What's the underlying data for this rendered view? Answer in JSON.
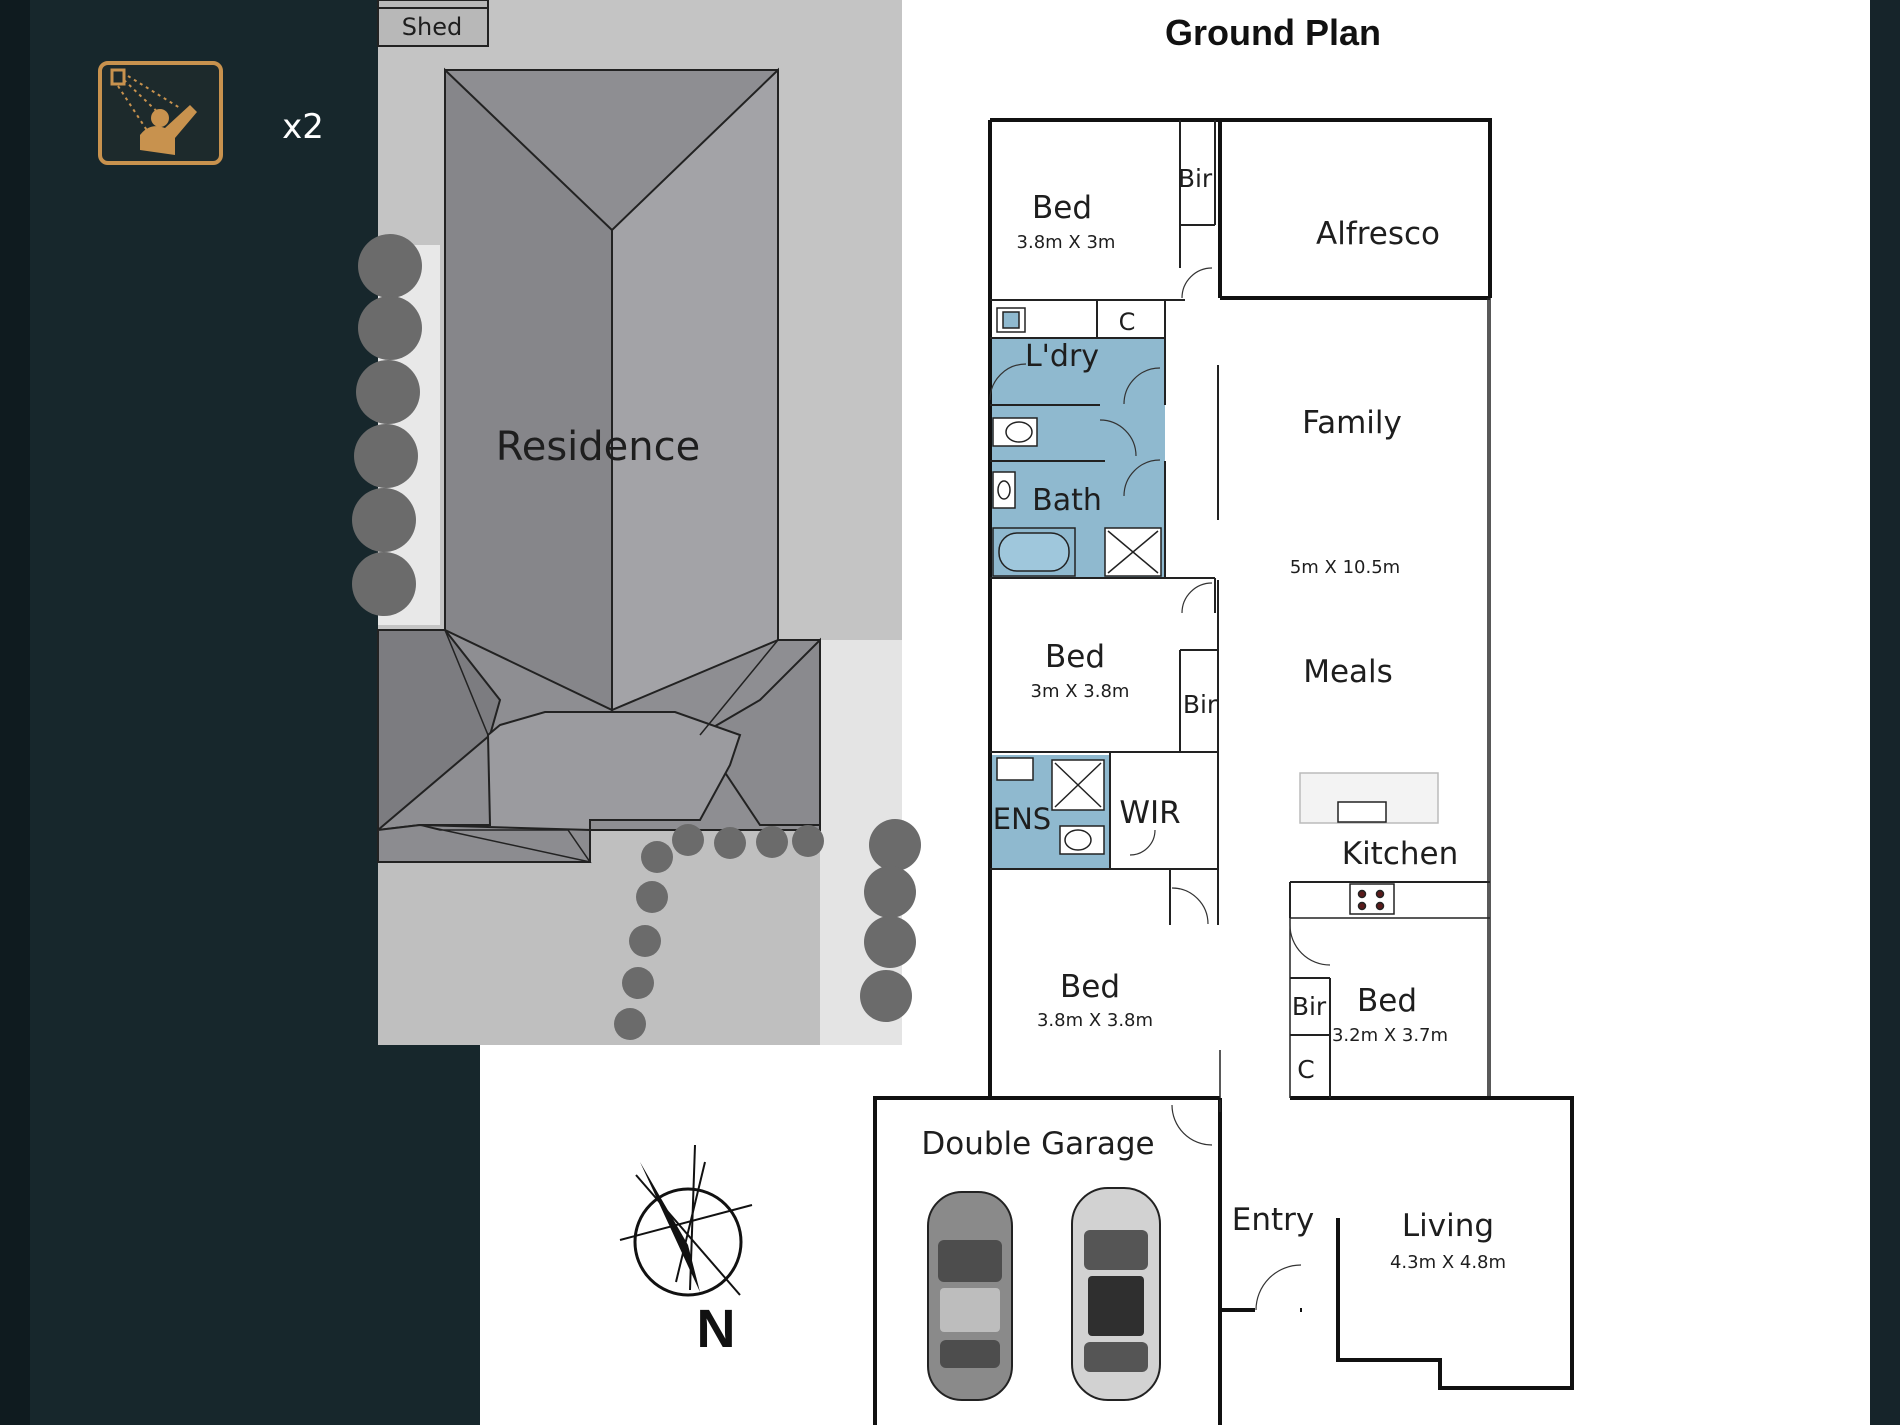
{
  "title": "Ground Plan",
  "shower_badge": {
    "icon": "shower-icon",
    "count": "x2",
    "accent": "#c8924e"
  },
  "site_plan": {
    "shed": "Shed",
    "residence": "Residence"
  },
  "compass": {
    "label": "N"
  },
  "rooms": {
    "bed1": {
      "name": "Bed",
      "size": "3.8m X 3m"
    },
    "bir1": "Bir",
    "alfresco": "Alfresco",
    "linen_c": "C",
    "laundry": "L'dry",
    "bath": "Bath",
    "family": "Family",
    "family_size": "5m X 10.5m",
    "bed2": {
      "name": "Bed",
      "size": "3m X 3.8m"
    },
    "bir2": "Bir",
    "meals": "Meals",
    "ens": "ENS",
    "wir": "WIR",
    "kitchen": "Kitchen",
    "bed3": {
      "name": "Bed",
      "size": "3.8m X 3.8m"
    },
    "bed4": {
      "name": "Bed",
      "size": "3.2m X 3.7m"
    },
    "bir4": "Bir",
    "c4": "C",
    "garage": "Double Garage",
    "entry": "Entry",
    "living": {
      "name": "Living",
      "size": "4.3m X 4.8m"
    }
  },
  "colors": {
    "wet_area": "#8fb9cf",
    "panel": "#17272c",
    "site_ground": "#c4c4c4",
    "roof": "#8e8e92"
  }
}
